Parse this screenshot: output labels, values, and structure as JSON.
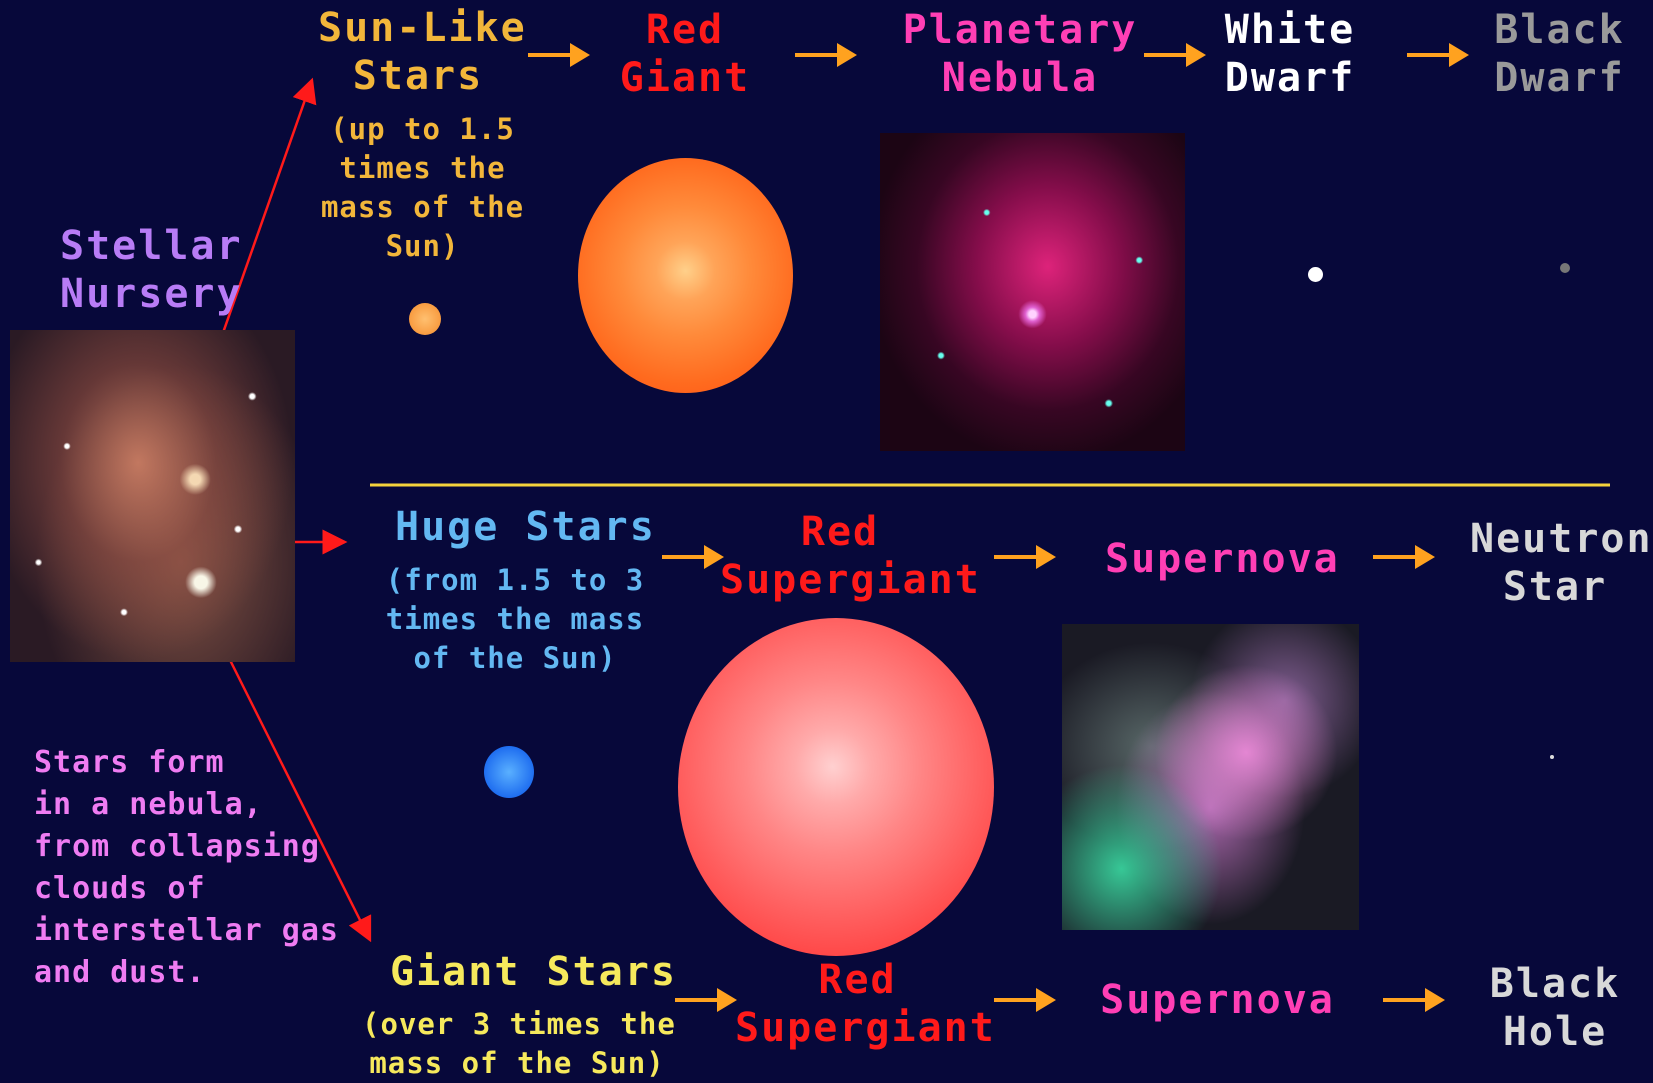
{
  "nursery": {
    "title": [
      "Stellar",
      "Nursery"
    ],
    "caption": [
      "Stars form",
      "in a nebula,",
      "from collapsing",
      "clouds of",
      "interstellar gas",
      "and dust."
    ]
  },
  "sun_like": {
    "title": [
      "Sun-Like",
      "Stars"
    ],
    "subtitle": [
      "(up to 1.5",
      "times the",
      "mass of the",
      "Sun)"
    ],
    "stages": [
      {
        "label": [
          "Red",
          "Giant"
        ]
      },
      {
        "label": [
          "Planetary",
          "Nebula"
        ]
      },
      {
        "label": [
          "White",
          "Dwarf"
        ]
      },
      {
        "label": [
          "Black",
          "Dwarf"
        ]
      }
    ]
  },
  "huge": {
    "title": "Huge Stars",
    "subtitle": [
      "(from 1.5 to 3",
      "times the mass",
      "of the Sun)"
    ],
    "stages": [
      {
        "label": [
          "Red",
          "Supergiant"
        ]
      },
      {
        "label": [
          "Supernova"
        ]
      },
      {
        "label": [
          "Neutron",
          "Star"
        ]
      }
    ]
  },
  "giant": {
    "title": "Giant Stars",
    "subtitle": [
      "(over 3 times the",
      "mass of the Sun)"
    ],
    "stages": [
      {
        "label": [
          "Red",
          "Supergiant"
        ]
      },
      {
        "label": [
          "Supernova"
        ]
      },
      {
        "label": [
          "Black",
          "Hole"
        ]
      }
    ]
  },
  "colors": {
    "background": "#07083a",
    "nursery": "#b87cf6",
    "sun_like": "#f2b63a",
    "red": "#ff1a1a",
    "pink": "#ff3fb5",
    "white": "#ffffff",
    "gray": "#9a9a9a",
    "huge": "#63b8f2",
    "giant": "#f6e95c",
    "arrow": "#ffa21f",
    "divider": "#f5d33c",
    "links": "#ff1a1a"
  }
}
